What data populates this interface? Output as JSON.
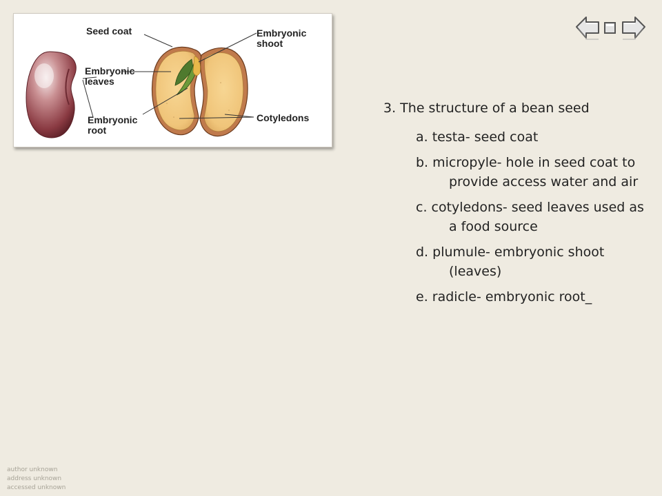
{
  "figure": {
    "labels": {
      "seed_coat": "Seed coat",
      "embryonic_shoot": "Embryonic\nshoot",
      "embryonic_leaves": "Embryonic\nleaves",
      "embryonic_root": "Embryonic\nroot",
      "cotyledons": "Cotyledons"
    }
  },
  "nav": {
    "icons": [
      "arrow-left-icon",
      "home-square-icon",
      "arrow-right-icon"
    ]
  },
  "content": {
    "heading": "3. The structure of a bean seed",
    "items": [
      "a. testa- seed coat",
      "b. micropyle- hole in seed coat to provide access water and air",
      "c. cotyledons- seed leaves used as a food source",
      "d. plumule- embryonic shoot (leaves)",
      "e. radicle- embryonic root_"
    ]
  },
  "footer": {
    "author": "author unknown",
    "address": "address unknown",
    "accessed": "accessed  unknown"
  }
}
